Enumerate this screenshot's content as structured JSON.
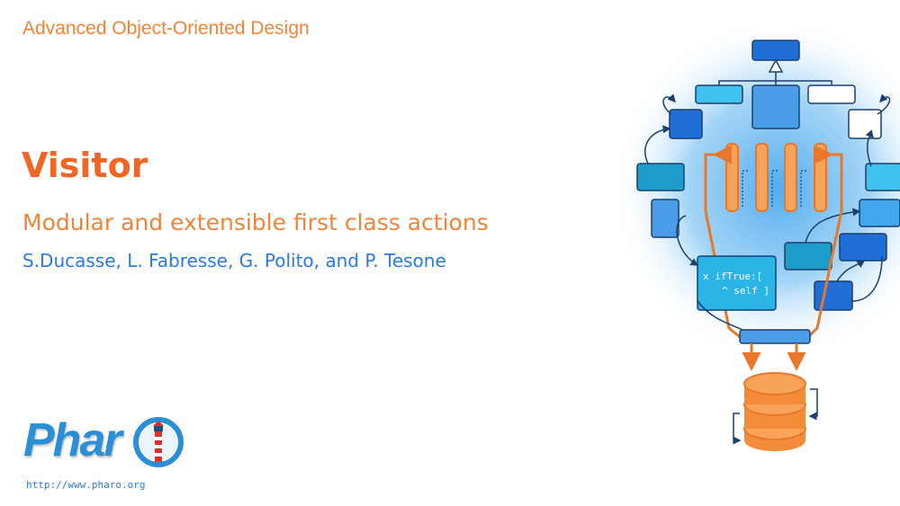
{
  "slide": {
    "course": "Advanced Object-Oriented Design",
    "title": "Visitor",
    "subtitle": "Modular and extensible first class actions",
    "authors": "S.Ducasse, L. Fabresse, G. Polito, and P. Tesone"
  },
  "logo": {
    "text": "Phar",
    "url": "http://www.pharo.org"
  },
  "illustration": {
    "code_line_1": "x ifTrue:[",
    "code_line_2": "^ self ]"
  },
  "colors": {
    "title": "#f26522",
    "subtitle": "#f0843a",
    "authors": "#2a7ae2",
    "blue_dark": "#1f6fd6",
    "blue_light": "#3fc3ee",
    "orange": "#f28c38"
  }
}
